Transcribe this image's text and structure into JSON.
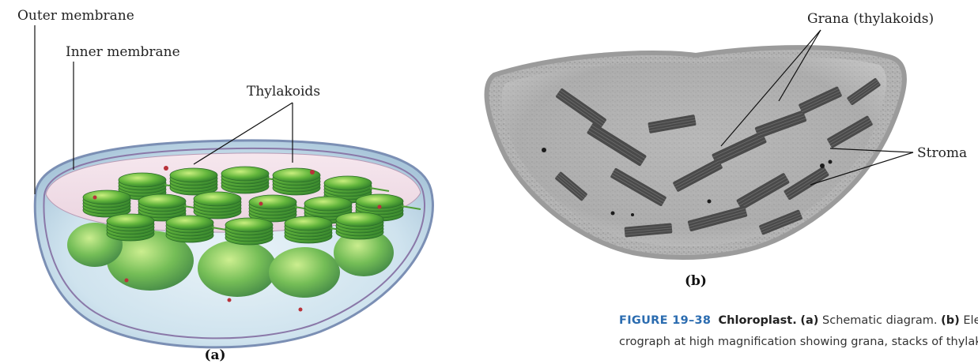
{
  "panel_a": {
    "labels": {
      "outer_membrane": "Outer membrane",
      "inner_membrane": "Inner membrane",
      "thylakoids": "Thylakoids"
    },
    "panel_label": "(a)"
  },
  "panel_b": {
    "labels": {
      "grana": "Grana (thylakoids)",
      "stroma": "Stroma"
    },
    "panel_label": "(b)"
  },
  "caption": {
    "figure_number": "FIGURE 19–38",
    "title": "Chloroplast.",
    "part_a_marker": "(a)",
    "part_a_text": "Schematic diagram.",
    "part_b_marker": "(b)",
    "part_b_text_line1": "Electron m",
    "line2": "crograph at high magnification showing grana, stacks of thylakoi"
  }
}
